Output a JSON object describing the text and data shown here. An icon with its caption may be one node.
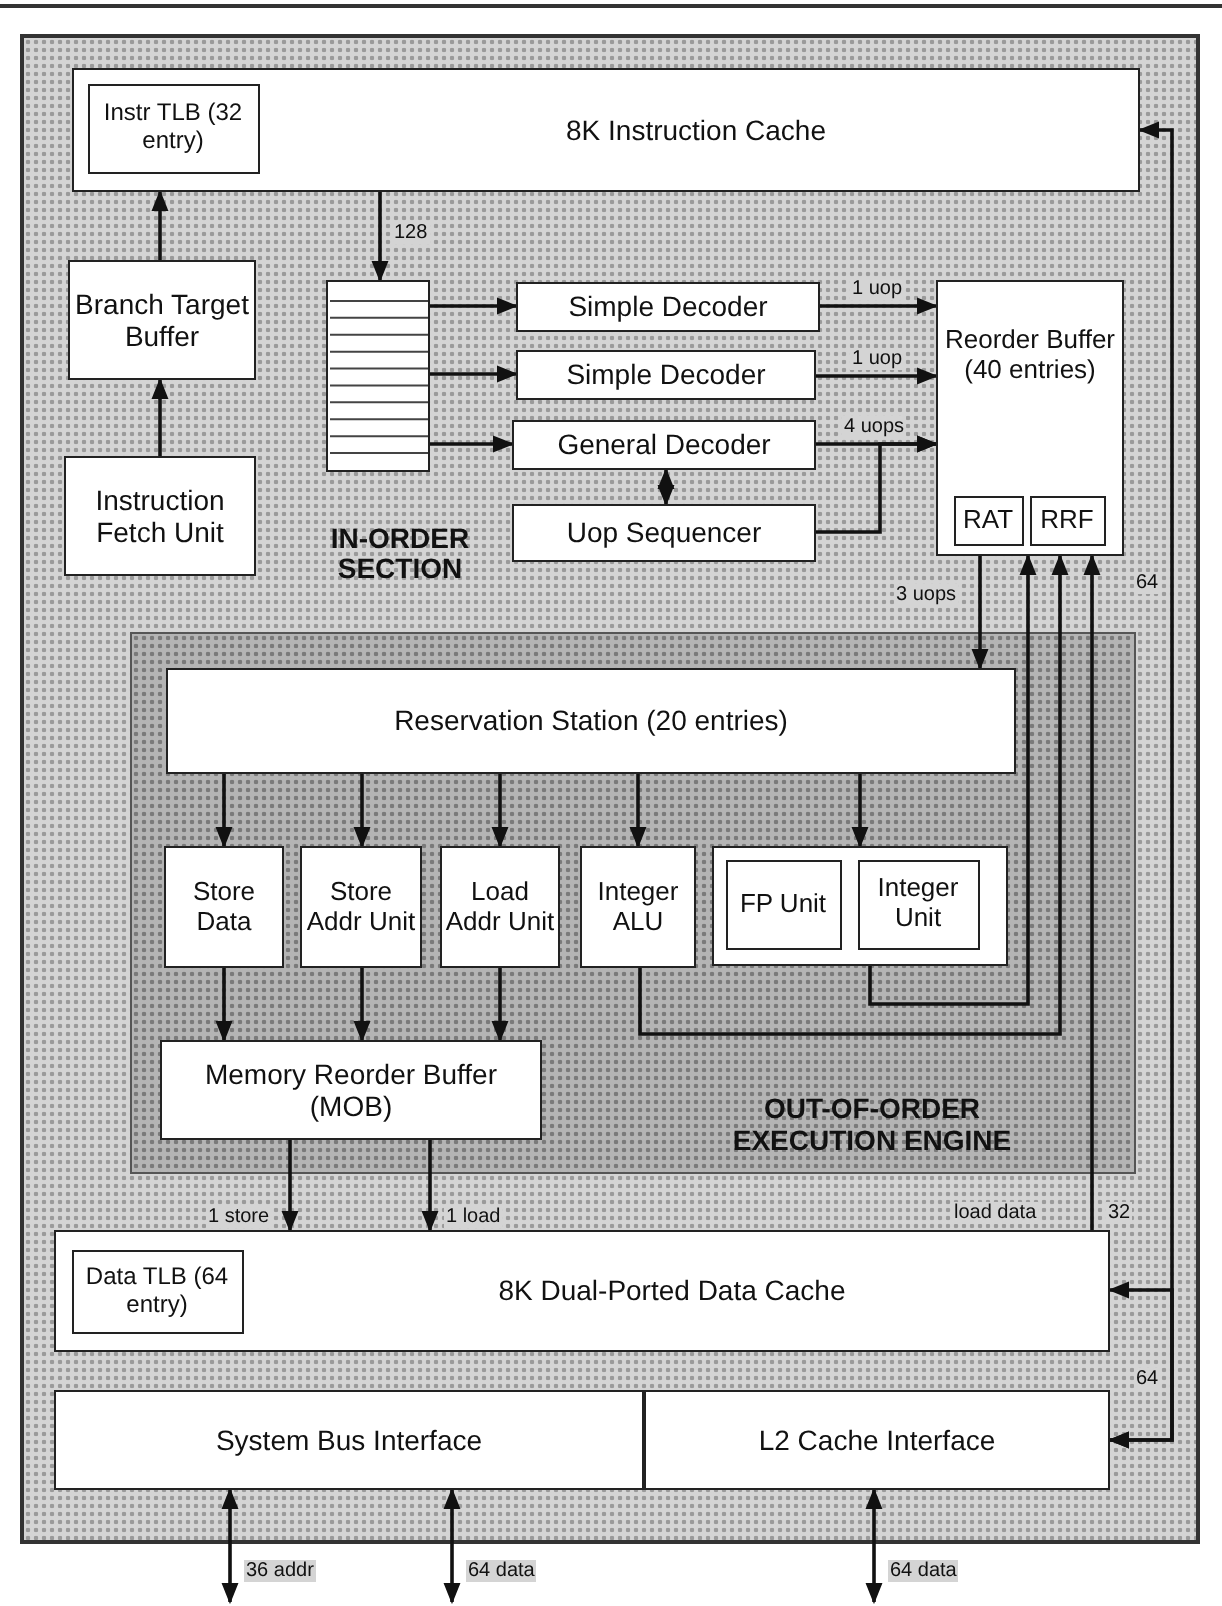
{
  "diagram": {
    "nodes": [
      {
        "text": [
          "8K Instruction Cache"
        ]
      },
      {
        "text": [
          "Instr TLB (32 entry)"
        ],
        "in": 0
      },
      {
        "text": [
          "Branch Target Buffer"
        ]
      },
      {
        "text": [
          "Instruction Fetch Unit"
        ]
      },
      {
        "text": [],
        "shape": "box"
      },
      {
        "text": [
          "Simple Decoder"
        ]
      },
      {
        "text": [
          "Simple Decoder"
        ]
      },
      {
        "text": [
          "General Decoder"
        ]
      },
      {
        "text": [
          "Uop Sequencer"
        ]
      },
      {
        "text": [
          "Reorder Buffer (40 entries)"
        ]
      },
      {
        "text": [
          "RAT"
        ],
        "in": 9
      },
      {
        "text": [
          "RRF"
        ],
        "in": 9
      },
      {
        "text": [
          "OUT-OF-ORDER EXECUTION ENGINE"
        ]
      },
      {
        "text": [
          "Reservation Station (20 entries)"
        ],
        "in": 12
      },
      {
        "text": [
          "Store Data"
        ],
        "in": 12
      },
      {
        "text": [
          "Store Addr Unit"
        ],
        "in": 12
      },
      {
        "text": [
          "Load Addr Unit"
        ],
        "in": 12
      },
      {
        "text": [
          "Integer ALU"
        ],
        "in": 12
      },
      {
        "text": [],
        "shape": "box",
        "in": 12
      },
      {
        "text": [
          "FP Unit"
        ],
        "in": 18
      },
      {
        "text": [
          "Integer Unit"
        ],
        "in": 18
      },
      {
        "text": [
          "Memory Reorder Buffer (MOB)"
        ],
        "in": 12
      },
      {
        "text": [
          "8K Dual-Ported Data Cache"
        ]
      },
      {
        "text": [
          "Data TLB (64 entry)"
        ],
        "in": 22
      },
      {
        "text": [
          "System Bus Interface"
        ]
      },
      {
        "text": [
          "L2 Cache Interface"
        ]
      }
    ],
    "edges": [
      {
        "from": 3,
        "to": 2,
        "arrow": "to"
      },
      {
        "from": 2,
        "to": 0,
        "arrow": "to"
      },
      {
        "from": 0,
        "to": 4,
        "arrow": "to",
        "label": "128"
      },
      {
        "from": 4,
        "to": 5,
        "arrow": "to"
      },
      {
        "from": 4,
        "to": 6,
        "arrow": "to"
      },
      {
        "from": 4,
        "to": 7,
        "arrow": "to"
      },
      {
        "from": 5,
        "to": 9,
        "arrow": "to",
        "label": "1 uop"
      },
      {
        "from": 6,
        "to": 9,
        "arrow": "to",
        "label": "1 uop"
      },
      {
        "from": 7,
        "to": 9,
        "arrow": "to",
        "label": "4 uops"
      },
      {
        "from": 7,
        "to": 8,
        "arrow": "both"
      },
      {
        "from": 8,
        "to": 9,
        "arrow": "to"
      },
      {
        "from": 9,
        "to": 13,
        "arrow": "to",
        "label": "3 uops"
      },
      {
        "from": 13,
        "to": 14,
        "arrow": "to"
      },
      {
        "from": 13,
        "to": 15,
        "arrow": "to"
      },
      {
        "from": 13,
        "to": 16,
        "arrow": "to"
      },
      {
        "from": 13,
        "to": 17,
        "arrow": "to"
      },
      {
        "from": 13,
        "to": 18,
        "arrow": "to"
      },
      {
        "from": 14,
        "to": 21,
        "arrow": "to"
      },
      {
        "from": 15,
        "to": 21,
        "arrow": "to"
      },
      {
        "from": 16,
        "to": 21,
        "arrow": "to"
      },
      {
        "from": 17,
        "to": 9,
        "arrow": "to"
      },
      {
        "from": 18,
        "to": 9,
        "arrow": "to"
      },
      {
        "from": 22,
        "to": 9,
        "arrow": "to",
        "label": "load data"
      },
      {
        "from": 21,
        "to": 22,
        "arrow": "to",
        "label": "1 store"
      },
      {
        "from": 21,
        "to": 22,
        "arrow": "to",
        "label": "1 load"
      },
      {
        "from": 25,
        "to": 0,
        "arrow": "both",
        "label": "64"
      },
      {
        "from": 25,
        "to": 22,
        "arrow": "both",
        "label": "64"
      },
      {
        "from": 24,
        "to": null,
        "arrow": "both",
        "label": "36 addr"
      },
      {
        "from": 24,
        "to": null,
        "arrow": "both",
        "label": "64 data"
      },
      {
        "from": 25,
        "to": null,
        "arrow": "both",
        "label": "64 data"
      }
    ],
    "labels": [
      "IN-ORDER SECTION",
      "32"
    ]
  }
}
